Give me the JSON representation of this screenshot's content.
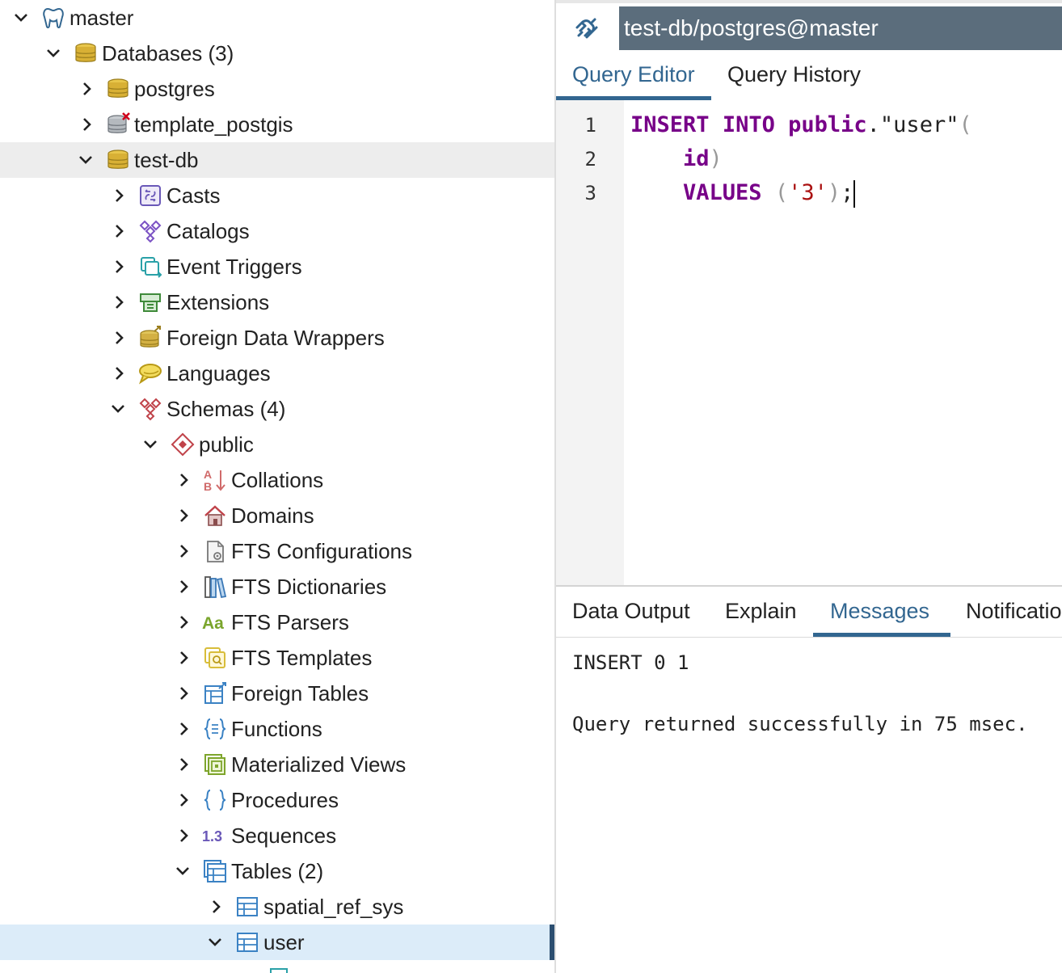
{
  "tree": {
    "items": [
      {
        "label": "master",
        "icon": "server-icon"
      },
      {
        "label": "Databases (3)",
        "icon": "databases-icon"
      },
      {
        "label": "postgres",
        "icon": "database-icon"
      },
      {
        "label": "template_postgis",
        "icon": "database-disconnected-icon"
      },
      {
        "label": "test-db",
        "icon": "database-icon"
      },
      {
        "label": "Casts",
        "icon": "casts-icon"
      },
      {
        "label": "Catalogs",
        "icon": "catalogs-icon"
      },
      {
        "label": "Event Triggers",
        "icon": "event-triggers-icon"
      },
      {
        "label": "Extensions",
        "icon": "extensions-icon"
      },
      {
        "label": "Foreign Data Wrappers",
        "icon": "foreign-data-wrappers-icon"
      },
      {
        "label": "Languages",
        "icon": "languages-icon"
      },
      {
        "label": "Schemas (4)",
        "icon": "schemas-icon"
      },
      {
        "label": "public",
        "icon": "schema-icon"
      },
      {
        "label": "Collations",
        "icon": "collations-icon"
      },
      {
        "label": "Domains",
        "icon": "domains-icon"
      },
      {
        "label": "FTS Configurations",
        "icon": "fts-configurations-icon"
      },
      {
        "label": "FTS Dictionaries",
        "icon": "fts-dictionaries-icon"
      },
      {
        "label": "FTS Parsers",
        "icon": "fts-parsers-icon"
      },
      {
        "label": "FTS Templates",
        "icon": "fts-templates-icon"
      },
      {
        "label": "Foreign Tables",
        "icon": "foreign-tables-icon"
      },
      {
        "label": "Functions",
        "icon": "functions-icon"
      },
      {
        "label": "Materialized Views",
        "icon": "materialized-views-icon"
      },
      {
        "label": "Procedures",
        "icon": "procedures-icon"
      },
      {
        "label": "Sequences",
        "icon": "sequences-icon"
      },
      {
        "label": "Tables (2)",
        "icon": "tables-icon"
      },
      {
        "label": "spatial_ref_sys",
        "icon": "table-icon"
      },
      {
        "label": "user",
        "icon": "table-icon"
      }
    ]
  },
  "panel": {
    "title": "test-db/postgres@master",
    "tabs": {
      "query_editor": "Query Editor",
      "query_history": "Query History"
    }
  },
  "editor": {
    "line_numbers": [
      "1",
      "2",
      "3"
    ],
    "l1": {
      "kw1": "INSERT",
      "kw2": "INTO",
      "kw3": "public",
      "dot": ".",
      "table": "\"user\"",
      "paren": "("
    },
    "l2": {
      "col": "id",
      "paren": ")"
    },
    "l3": {
      "kw": "VALUES",
      "open": "(",
      "val": "'3'",
      "close": ")",
      "semi": ";"
    }
  },
  "results": {
    "tabs": {
      "data_output": "Data Output",
      "explain": "Explain",
      "messages": "Messages",
      "notifications": "Notifications"
    },
    "messages": {
      "line1": "INSERT 0 1",
      "line2": "Query returned successfully in 75 msec."
    }
  },
  "colors": {
    "accent": "#326690",
    "title_bar": "#5b6d7c",
    "keyword": "#770088",
    "string": "#aa1111"
  }
}
